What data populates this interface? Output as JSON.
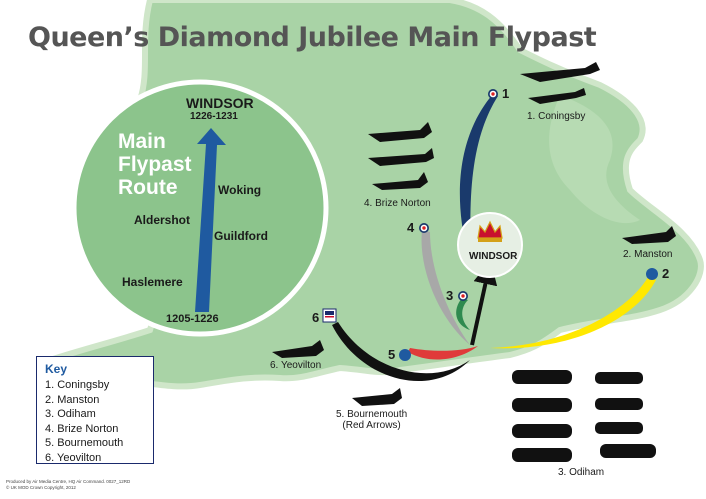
{
  "title": "Queen’s Diamond Jubilee Main Flypast",
  "route_panel": {
    "heading": [
      "Main",
      "Flypast",
      "Route"
    ],
    "destination": "WINDSOR",
    "destination_time": "1226-1231",
    "start_time": "1205-1226",
    "towns": [
      "Woking",
      "Aldershot",
      "Guildford",
      "Haslemere"
    ]
  },
  "windsor_label": "WINDSOR",
  "route_numbers": [
    "1",
    "2",
    "3",
    "4",
    "5",
    "6"
  ],
  "bases": {
    "coningsby": "1. Coningsby",
    "manston": "2. Manston",
    "odiham": "3. Odiham",
    "brize_norton": "4. Brize Norton",
    "bournemouth": [
      "5. Bournemouth",
      "(Red Arrows)"
    ],
    "yeovilton": "6. Yeovilton"
  },
  "key": {
    "title": "Key",
    "items": [
      "1. Coningsby",
      "2. Manston",
      "3. Odiham",
      "4. Brize Norton",
      "5. Bournemouth",
      "6. Yeovilton"
    ]
  },
  "credits": [
    "Produced by Air Media Centre, HQ Air Command. 0027_12RD",
    "© UK MOD Crown Copyright, 2012"
  ],
  "colors": {
    "land": "#a9d3a6",
    "land_edge": "#cfe6c9",
    "sea": "#ffffff",
    "zoom_circle": "#8cc48c",
    "route_arrow": "#1f5aa0",
    "route_1": "#1a3a6c",
    "route_2": "#ffe800",
    "route_3": "#2f8a4f",
    "route_4": "#a8a8a8",
    "route_5": "#e03a3a",
    "route_6": "#111111",
    "title": "#555555",
    "key_title": "#1f5aa0"
  }
}
